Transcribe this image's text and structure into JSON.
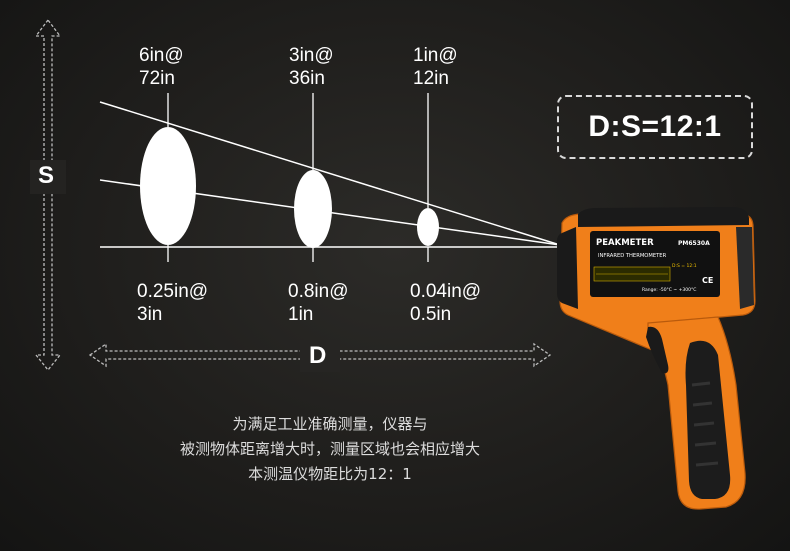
{
  "diagram": {
    "axis_s": "S",
    "axis_d": "D",
    "ratio": "D:S=12:1",
    "top_labels": [
      {
        "line1": "6in@",
        "line2": "72in"
      },
      {
        "line1": "3in@",
        "line2": "36in"
      },
      {
        "line1": "1in@",
        "line2": "12in"
      }
    ],
    "bottom_labels": [
      {
        "line1": "0.25in@",
        "line2": "3in"
      },
      {
        "line1": "0.8in@",
        "line2": "1in"
      },
      {
        "line1": "0.04in@",
        "line2": "0.5in"
      }
    ]
  },
  "device": {
    "brand": "PEAKMETER",
    "model": "PM6530A",
    "subtitle": "INFRARED THERMOMETER",
    "ratio_small": "D:S = 12:1",
    "range": "Range: -50°C ~ +300°C"
  },
  "caption": [
    "为满足工业准确测量，仪器与",
    "被测物体距离增大时，测量区域也会相应增大",
    "本测温仪物距比为12：1"
  ],
  "colors": {
    "background": "#1f1e1c",
    "device_orange": "#f07f1a",
    "device_black": "#1a1a1a",
    "lines": "#ffffff"
  }
}
